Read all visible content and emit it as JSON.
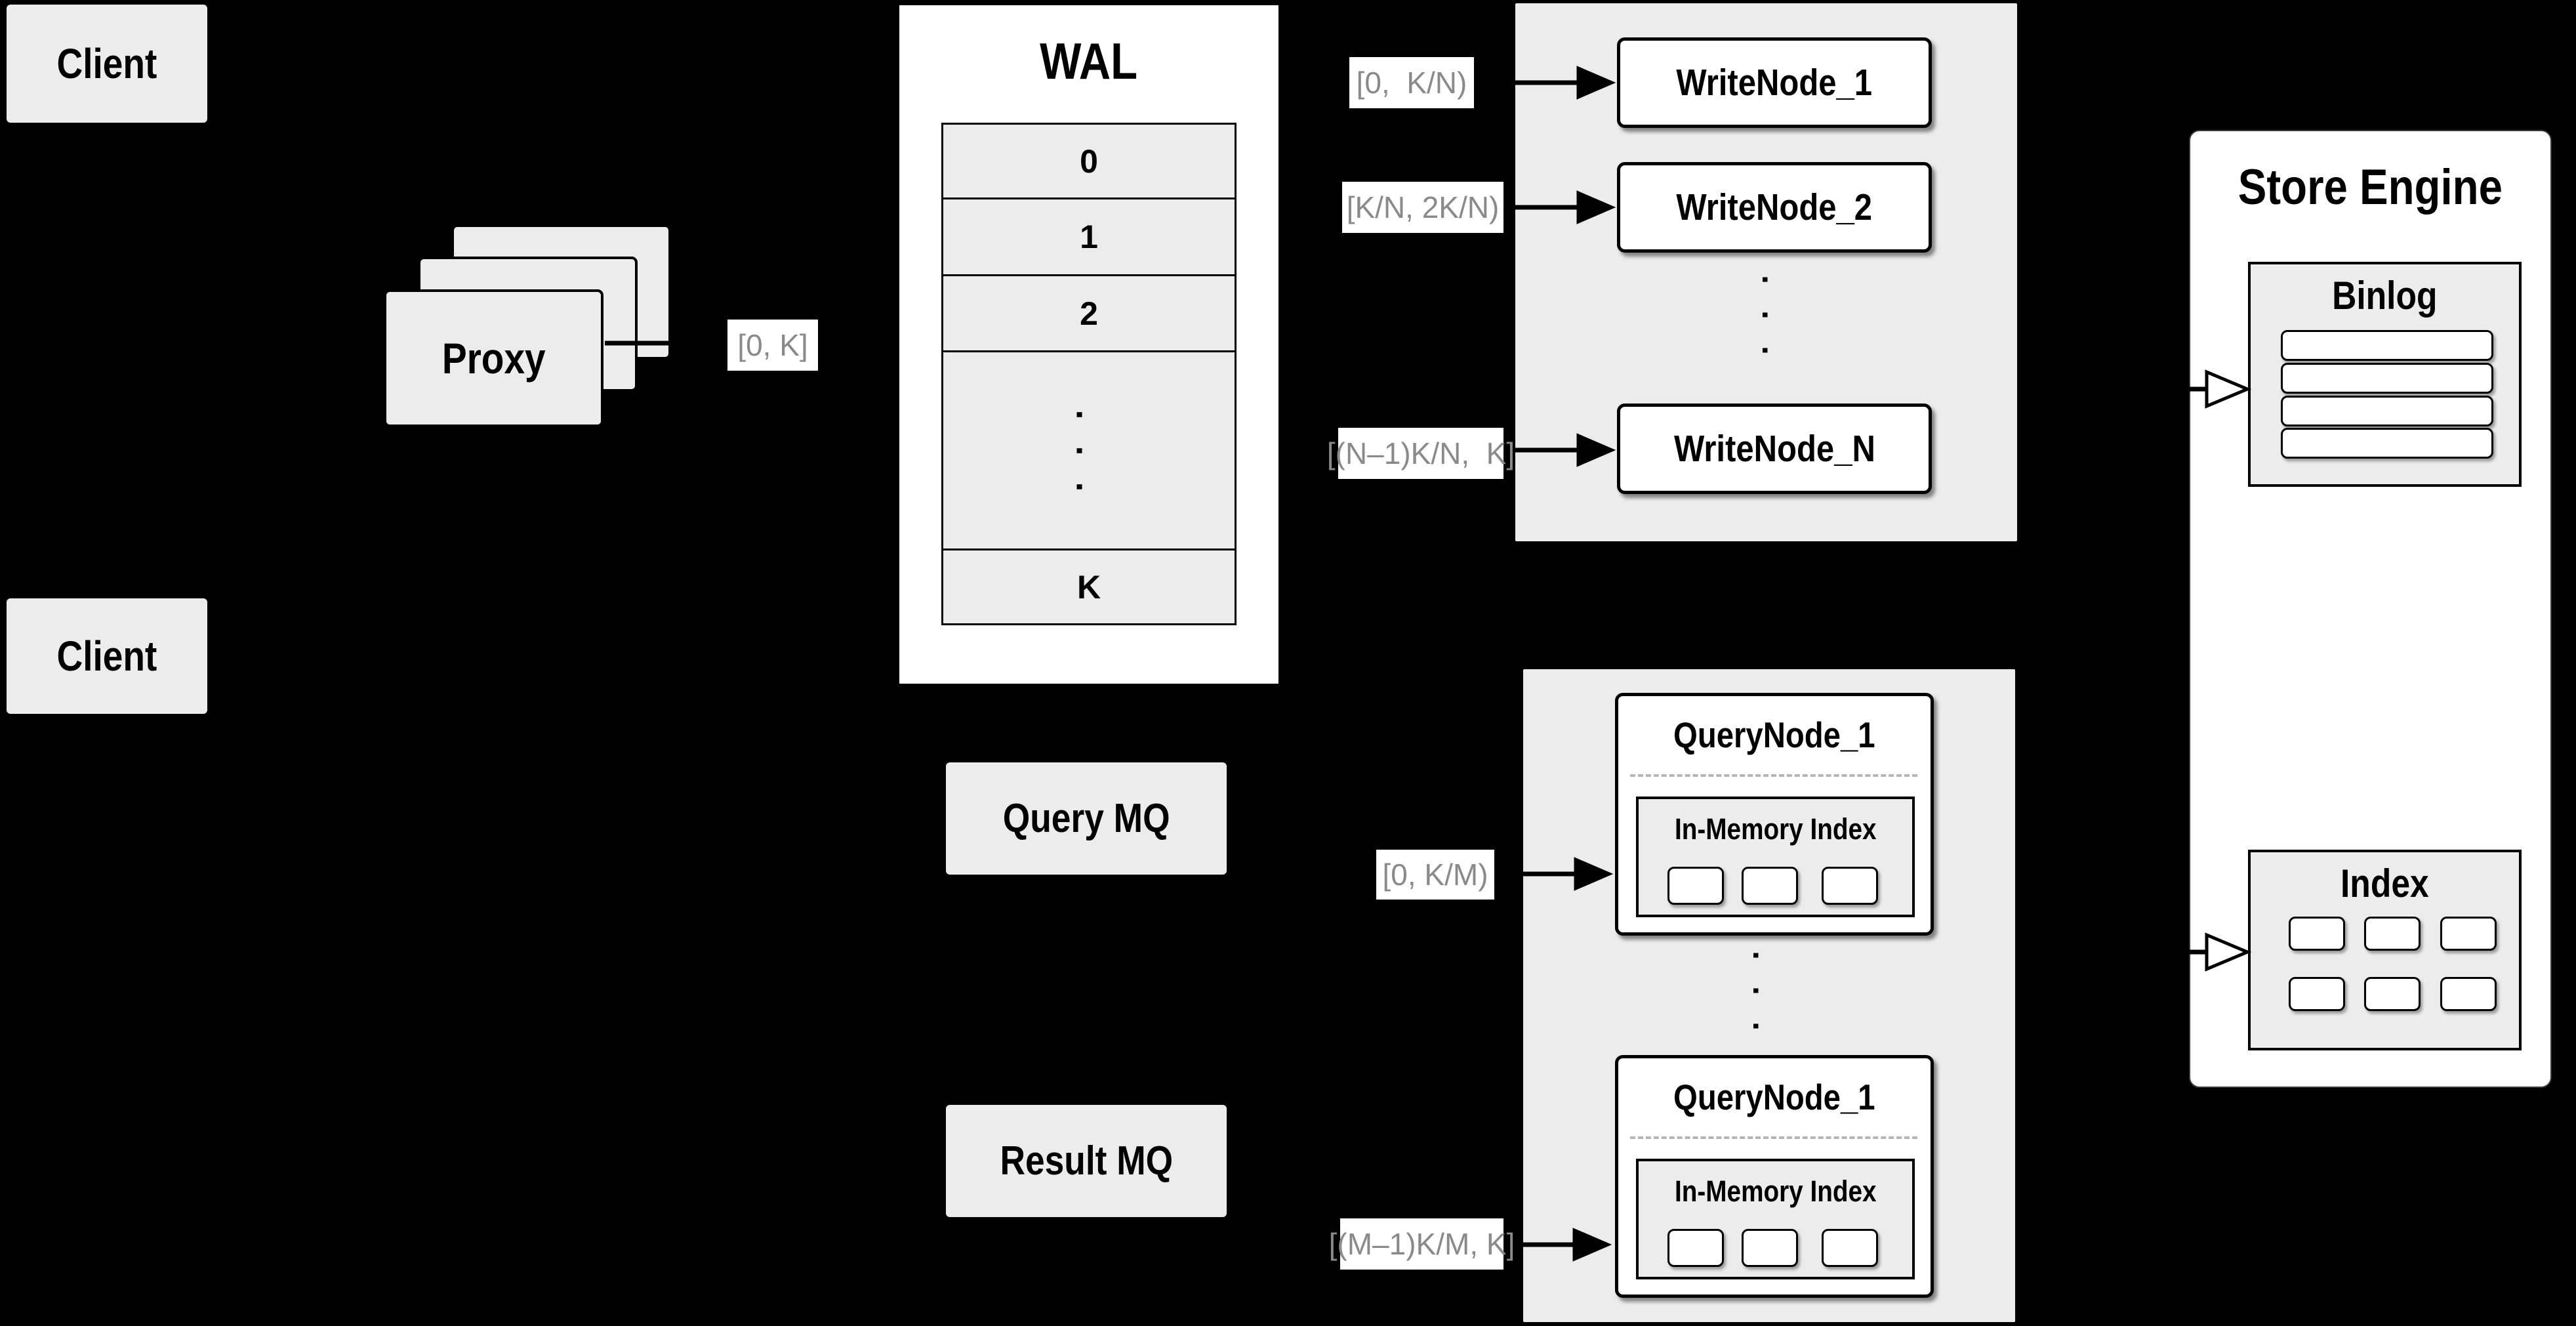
{
  "client_top": {
    "label": "Client"
  },
  "client_bottom": {
    "label": "Client"
  },
  "proxy": {
    "label": "Proxy"
  },
  "wal": {
    "title": "WAL",
    "rows": [
      "0",
      "1",
      "2",
      "K"
    ],
    "ellipsis": "..."
  },
  "range_labels": {
    "proxy_to_wal": "[0, K]",
    "write_1": "[0,  K/N)",
    "write_2": "[K/N, 2K/N)",
    "write_n": "[(N–1)K/N,  K]",
    "query_1": "[0, K/M)",
    "query_m": "[(M–1)K/M, K]"
  },
  "write_nodes": {
    "node_1": "WriteNode_1",
    "node_2": "WriteNode_2",
    "node_n": "WriteNode_N",
    "ellipsis": "..."
  },
  "query_mq": {
    "label": "Query MQ"
  },
  "result_mq": {
    "label": "Result MQ"
  },
  "query_nodes": {
    "node_top": {
      "title": "QueryNode_1",
      "index_title": "In-Memory Index"
    },
    "node_bottom": {
      "title": "QueryNode_1",
      "index_title": "In-Memory Index"
    },
    "ellipsis": "..."
  },
  "store_engine": {
    "title": "Store Engine",
    "binlog_title": "Binlog",
    "index_title": "Index"
  },
  "colors": {
    "background": "#000000",
    "panel_gray": "#ececec",
    "node_white": "#ffffff",
    "border_black": "#000000",
    "range_label_text": "#8a8a8a"
  }
}
